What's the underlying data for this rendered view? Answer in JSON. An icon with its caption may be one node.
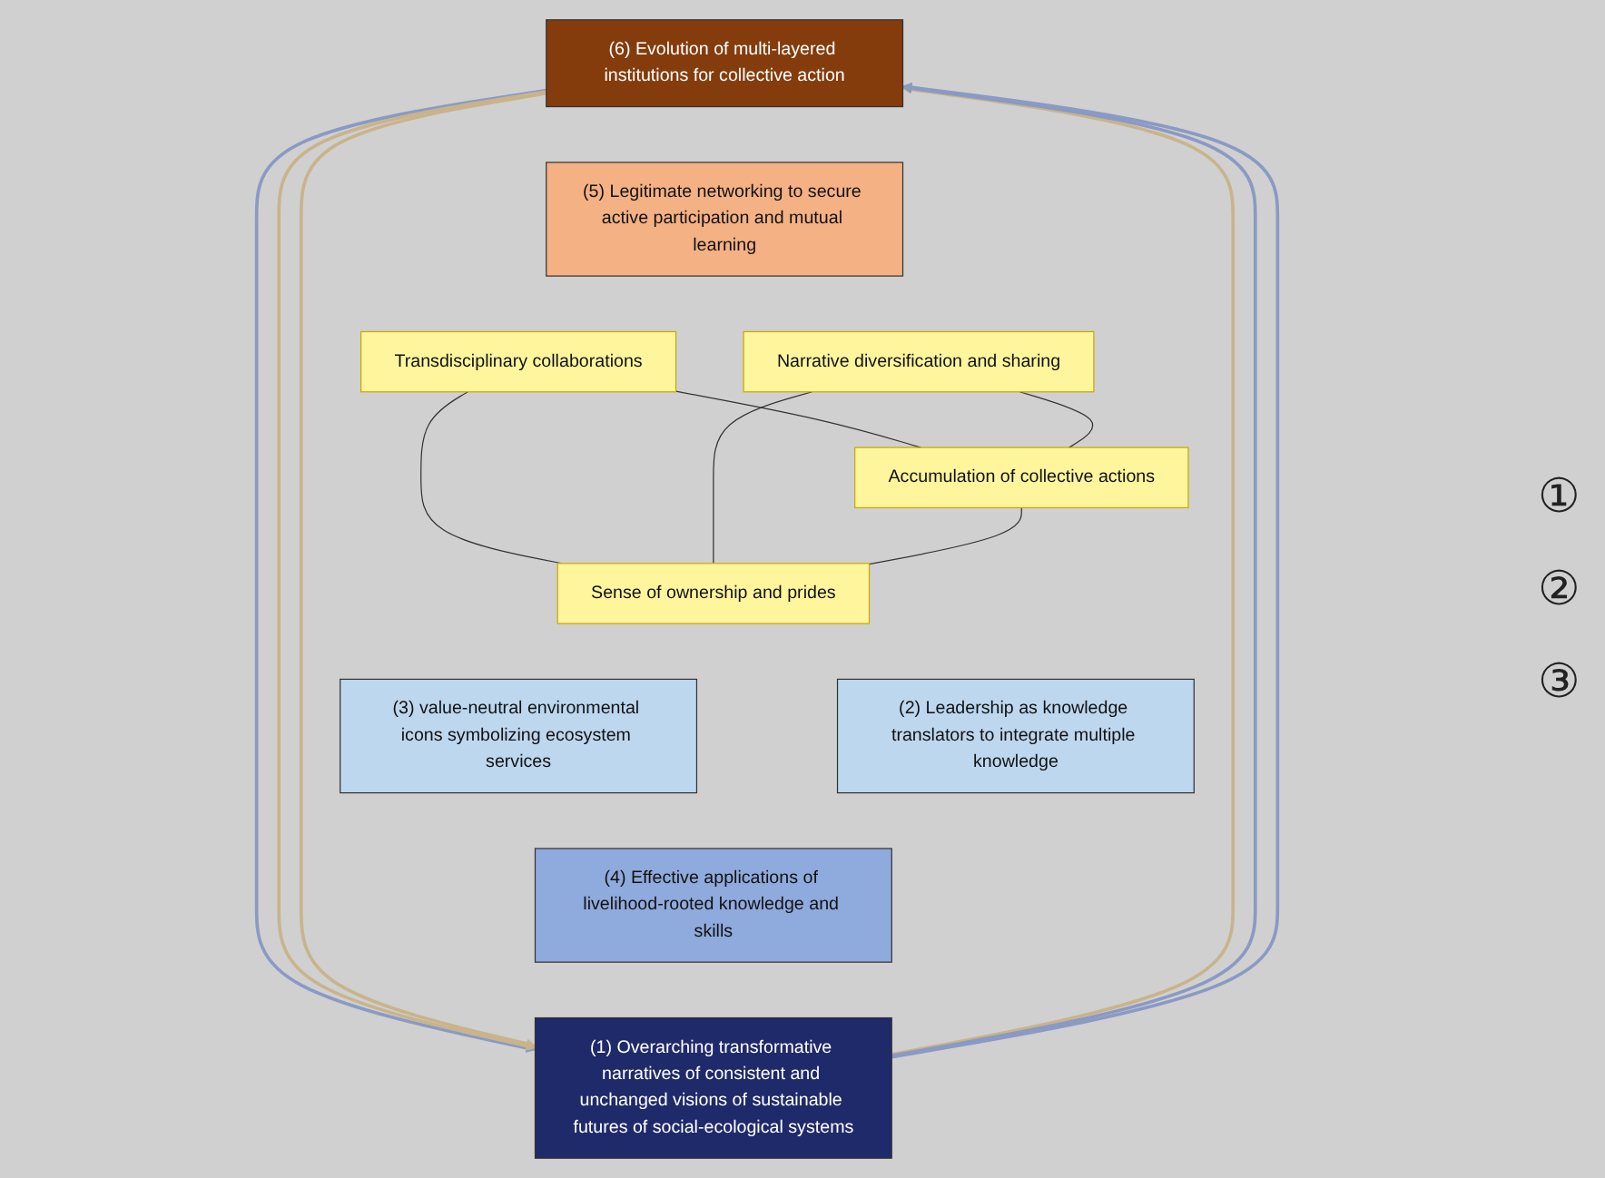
{
  "diagram": {
    "nodes": [
      {
        "text": [
          "(6) Evolution of multi-layered institutions for collective action"
        ]
      },
      {
        "text": [
          "(5) Legitimate networking to secure active participation and mutual learning"
        ]
      },
      {
        "text": [
          "Accumulation of collective actions"
        ]
      },
      {
        "text": [
          "Transdisciplinary collaborations"
        ]
      },
      {
        "text": [
          "Narrative diversification and sharing"
        ]
      },
      {
        "text": [
          "Sense of ownership and prides"
        ]
      },
      {
        "text": [
          "(3) value-neutral environmental icons symbolizing ecosystem services"
        ]
      },
      {
        "text": [
          "(2) Leadership as knowledge translators to integrate multiple knowledge"
        ]
      },
      {
        "text": [
          "(4) Effective applications of livelihood-rooted knowledge and skills"
        ]
      },
      {
        "text": [
          "(1) Overarching transformative narratives of consistent and unchanged visions of sustainable futures of social-ecological systems"
        ]
      }
    ],
    "edges": [
      {
        "from": 3,
        "to": 2,
        "arrow": "none"
      },
      {
        "from": 3,
        "to": 5,
        "arrow": "none"
      },
      {
        "from": 4,
        "to": 2,
        "arrow": "none"
      },
      {
        "from": 4,
        "to": 5,
        "arrow": "none"
      },
      {
        "from": 2,
        "to": 5,
        "arrow": "none"
      },
      {
        "from": 0,
        "to": 9,
        "arrow": "to",
        "color": "#8a9ac4"
      },
      {
        "from": 9,
        "to": 0,
        "arrow": "to",
        "color": "#c8b48c"
      },
      {
        "from": 9,
        "to": 0,
        "arrow": "to",
        "color": "#8a9ac4"
      },
      {
        "from": 0,
        "to": 9,
        "arrow": "to",
        "color": "#c8b48c"
      },
      {
        "from": 9,
        "to": 0,
        "arrow": "to",
        "color": "#8a9ac4"
      },
      {
        "from": 0,
        "to": 9,
        "arrow": "to",
        "color": "#c8b48c"
      }
    ],
    "labels": [
      "①",
      "②",
      "③"
    ]
  }
}
